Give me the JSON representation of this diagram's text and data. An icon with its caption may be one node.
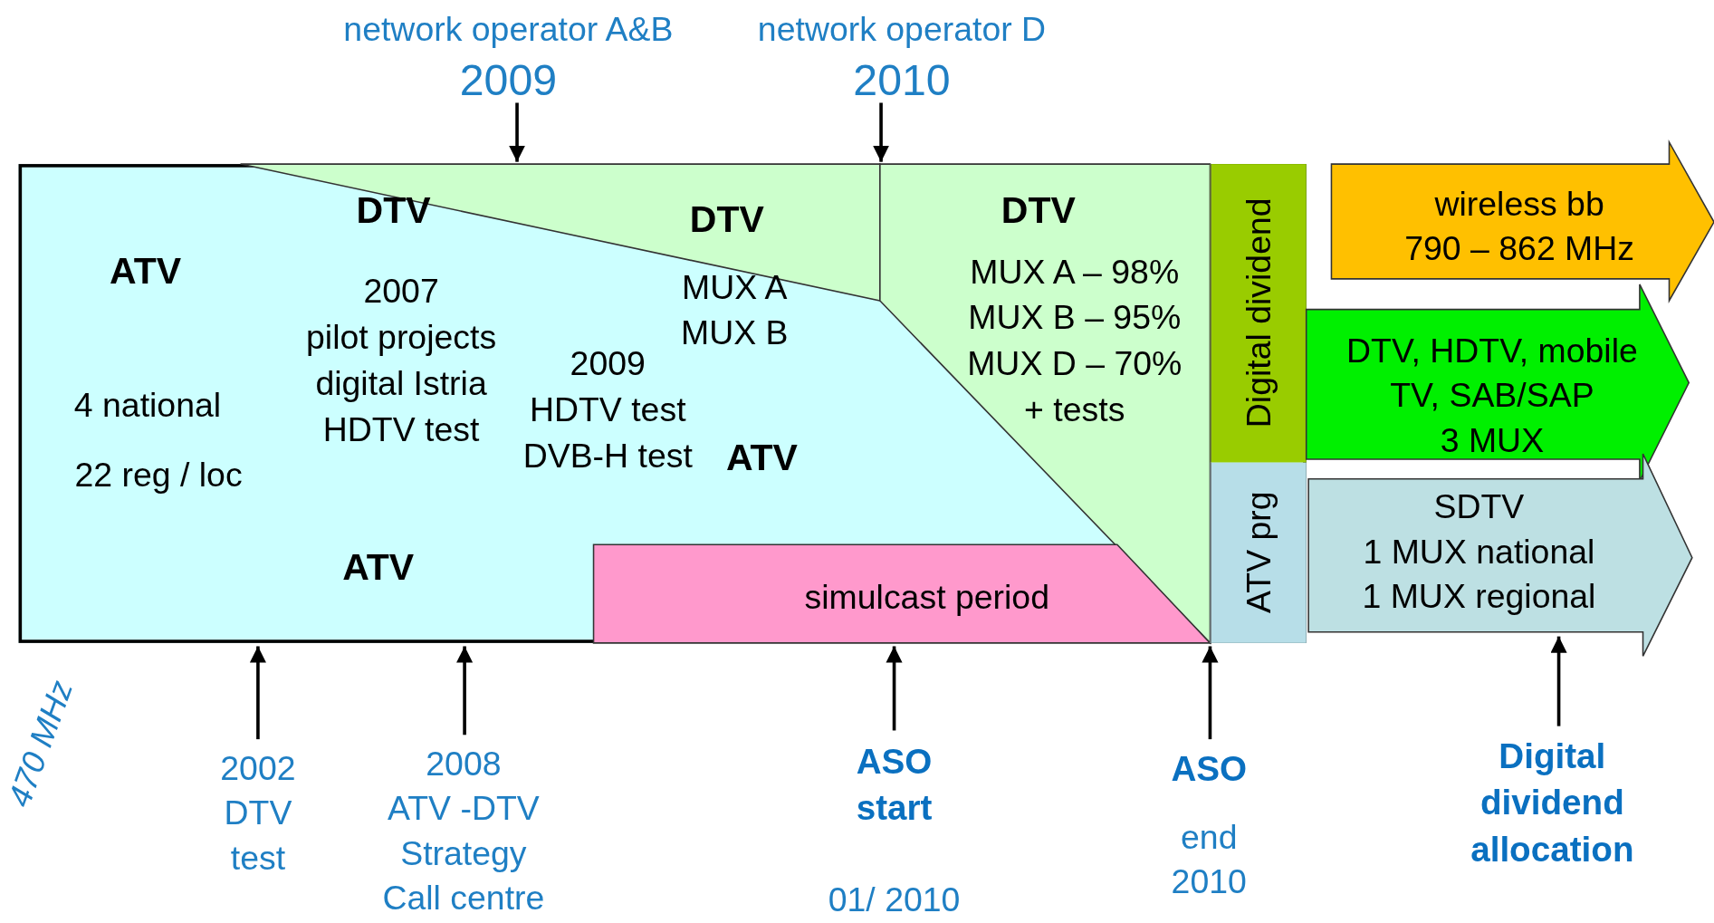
{
  "diagram": {
    "nodes": [
      {
        "text": [
          "ATV",
          "4 national",
          "22 reg / loc",
          "2007 pilot projects digital Istria HDTV test",
          "MUX A MUX B",
          "2009 HDTV test DVB-H test",
          "ATV",
          "ATV"
        ]
      },
      {
        "text": [
          "DTV",
          "DTV"
        ],
        "in": 0
      },
      {
        "text": [
          "DTV",
          "MUX A – 98% MUX B – 95% MUX D – 70% + tests"
        ],
        "in": 0
      },
      {
        "text": [
          "simulcast period"
        ],
        "in": 0
      },
      {
        "text": [
          "Digital dividend"
        ],
        "in": 0
      },
      {
        "text": [
          "ATV prg"
        ],
        "in": 0
      },
      {
        "text": [
          "wireless bb 790 – 862 MHz"
        ]
      },
      {
        "text": [
          "DTV, HDTV, mobile TV, SAB/SAP 3 MUX"
        ]
      },
      {
        "text": [
          "SDTV 1 MUX national 1 MUX regional"
        ]
      },
      {
        "text": [
          "network operator A&B",
          "2009"
        ]
      },
      {
        "text": [
          "network operator D",
          "2010"
        ]
      },
      {
        "text": [
          "2002 DTV test"
        ]
      },
      {
        "text": [
          "2008 ATV -DTV Strategy Call centre"
        ]
      },
      {
        "text": [
          "ASO start",
          "01/ 2010"
        ]
      },
      {
        "text": [
          "ASO",
          "end 2010"
        ]
      },
      {
        "text": [
          "Digital dividend allocation"
        ]
      }
    ],
    "edges": [
      {
        "from": 9,
        "to": 1,
        "arrow": "to"
      },
      {
        "from": 10,
        "to": 0,
        "arrow": "to"
      },
      {
        "from": 11,
        "to": 0,
        "arrow": "to"
      },
      {
        "from": 12,
        "to": 0,
        "arrow": "to"
      },
      {
        "from": 13,
        "to": 3,
        "arrow": "to"
      },
      {
        "from": 14,
        "to": 0,
        "arrow": "to"
      },
      {
        "from": 15,
        "to": 8,
        "arrow": "to"
      }
    ],
    "labels": [
      "470 MHz"
    ]
  }
}
